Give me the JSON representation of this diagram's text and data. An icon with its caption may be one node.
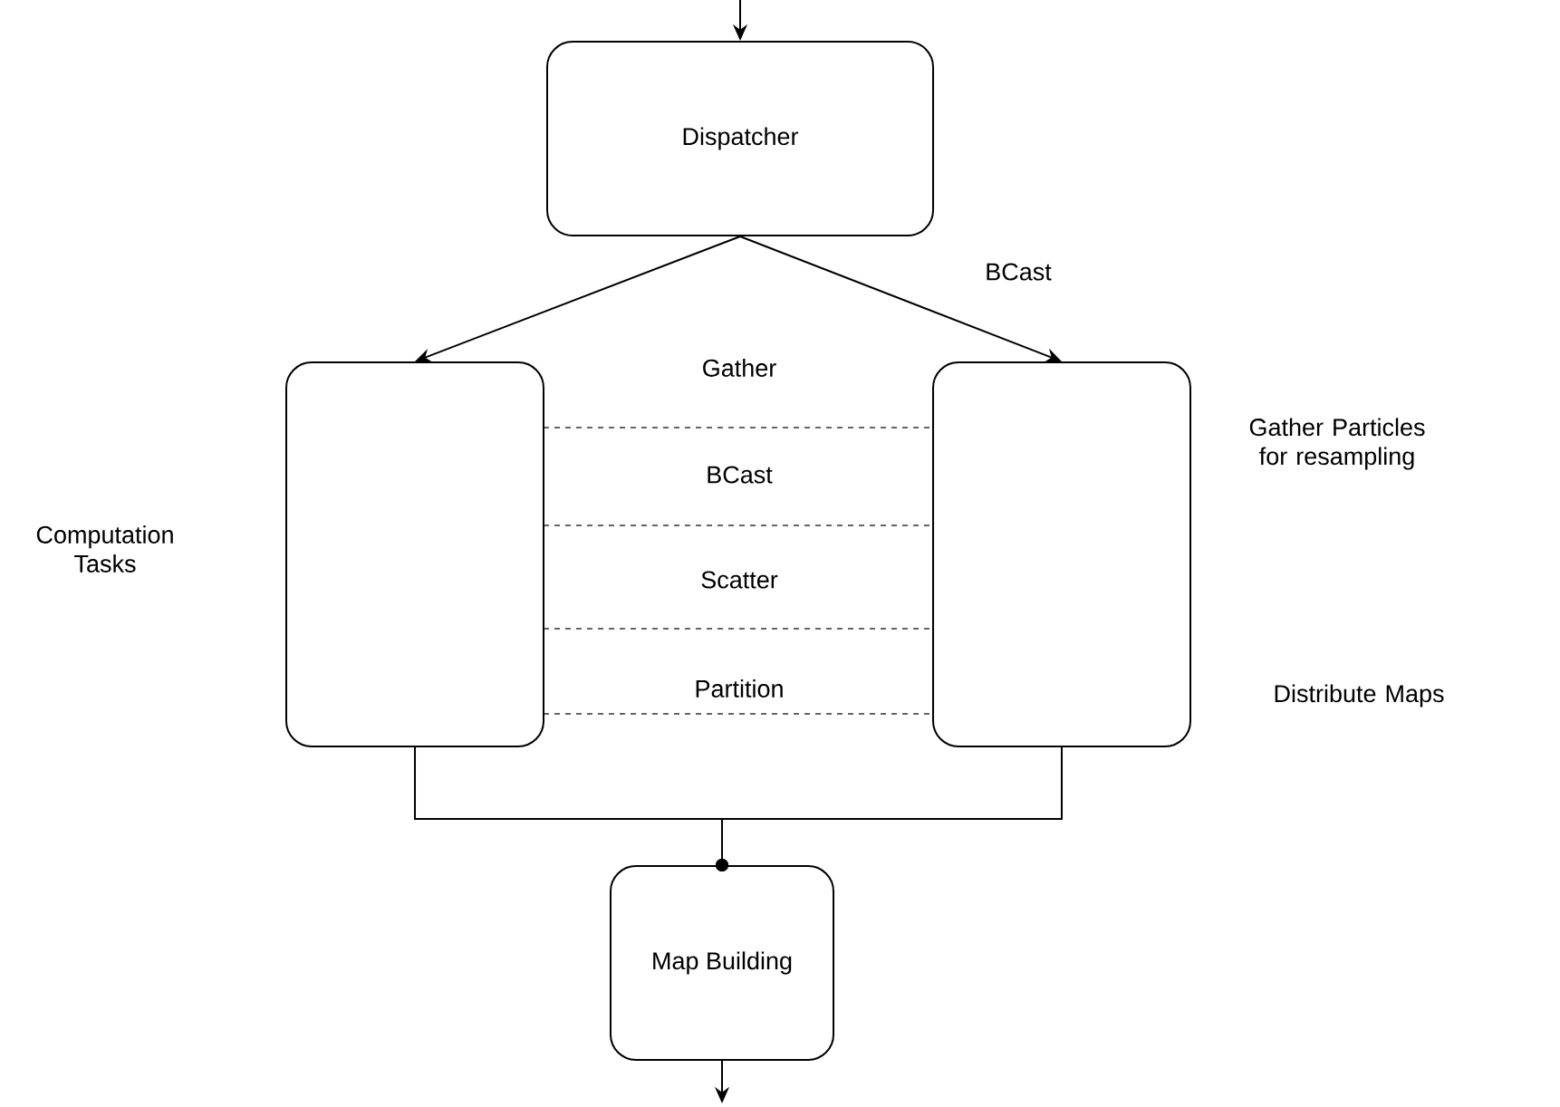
{
  "diagram": {
    "nodes": [
      {
        "text": [
          "Dispatcher"
        ]
      },
      {
        "text": [],
        "shape": "box"
      },
      {
        "text": [],
        "shape": "box"
      },
      {
        "text": [
          "Map Building"
        ]
      }
    ],
    "edges": [
      {
        "from": null,
        "to": 0,
        "arrow": "to"
      },
      {
        "from": 0,
        "to": 1,
        "arrow": "to"
      },
      {
        "from": 0,
        "to": 2,
        "arrow": "to"
      },
      {
        "from": 1,
        "to": 3,
        "arrow": "other"
      },
      {
        "from": 2,
        "to": 3,
        "arrow": "other"
      },
      {
        "from": 3,
        "to": null,
        "arrow": "to"
      }
    ],
    "labels": [
      "BCast",
      "Gather",
      "Gather Particles for resampling",
      "BCast",
      "Computation Tasks",
      "Scatter",
      "Partition",
      "Distribute Maps"
    ]
  }
}
